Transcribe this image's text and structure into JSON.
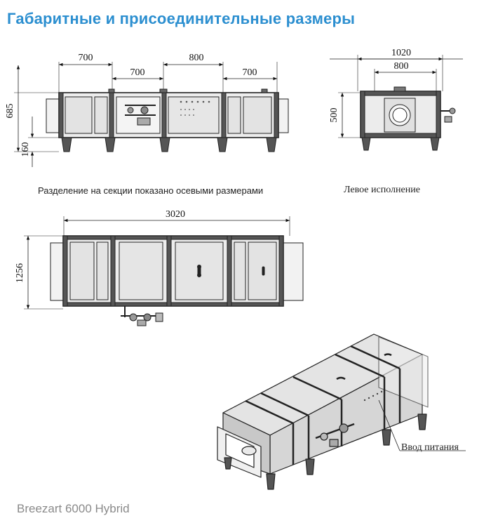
{
  "title": "Габаритные и присоединительные размеры",
  "front_view": {
    "dims": {
      "top_left": "700",
      "top_right": "800",
      "second_left": "700",
      "second_right": "700",
      "height": "685",
      "leg": "160"
    },
    "caption": "Разделение на секции показано осевыми размерами"
  },
  "side_view": {
    "dims": {
      "width": "1020",
      "inner": "800",
      "height": "500"
    },
    "caption": "Левое исполнение"
  },
  "top_view": {
    "dims": {
      "length": "3020",
      "depth": "1256"
    }
  },
  "iso_view": {
    "callout": "Ввод питания"
  },
  "footer": "Breezart 6000 Hybrid",
  "colors": {
    "title": "#2c8fd0",
    "frame": "#3a3a3a",
    "panel": "#e6e6e6",
    "footer": "#8a8a8a"
  }
}
